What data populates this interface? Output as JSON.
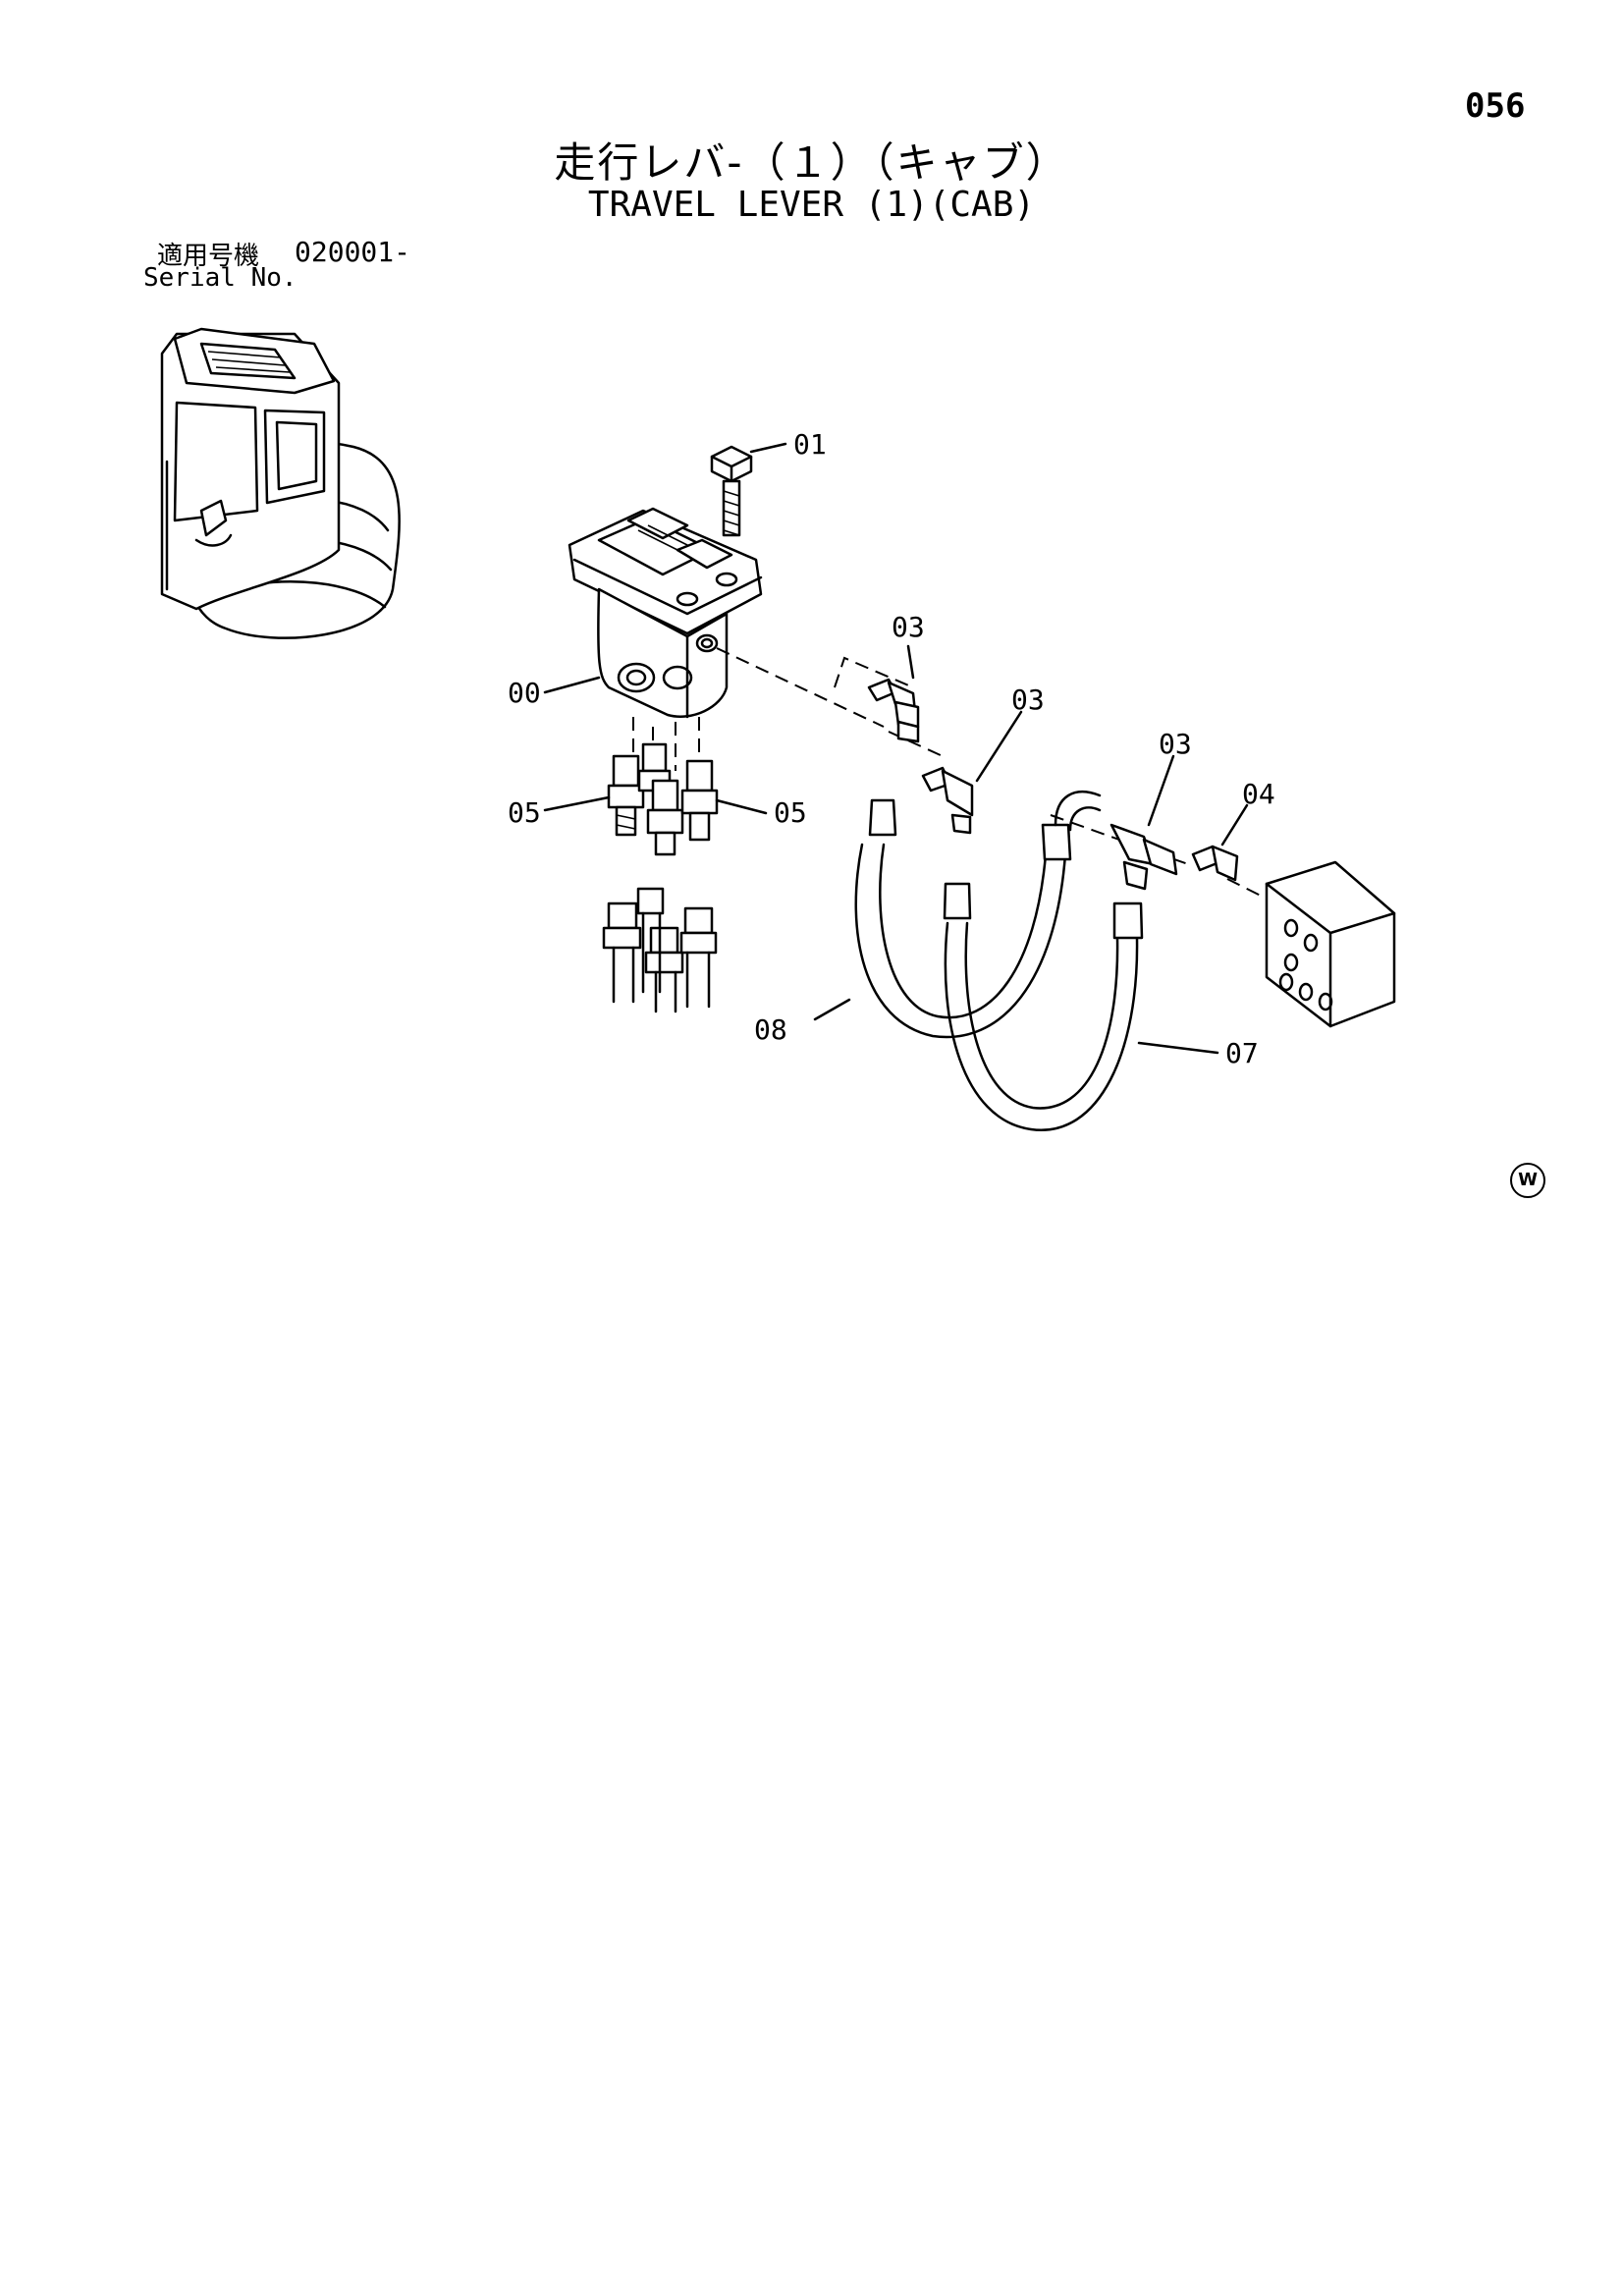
{
  "page_number": "056",
  "title": {
    "japanese": "走行レバ-（１）（キャブ）",
    "english": "TRAVEL LEVER (1)(CAB)"
  },
  "serial": {
    "label_jp": "適用号機",
    "value": "020001-",
    "label_en": "Serial No."
  },
  "callouts": [
    {
      "id": "01",
      "part": "bolt"
    },
    {
      "id": "00",
      "part": "travel-lever-valve"
    },
    {
      "id": "03",
      "part": "elbow-fitting-a"
    },
    {
      "id": "03",
      "part": "elbow-fitting-b"
    },
    {
      "id": "03",
      "part": "elbow-fitting-c"
    },
    {
      "id": "04",
      "part": "adapter"
    },
    {
      "id": "05",
      "part": "fitting-left"
    },
    {
      "id": "05",
      "part": "fitting-right"
    },
    {
      "id": "08",
      "part": "hose-08"
    },
    {
      "id": "07",
      "part": "hose-07"
    }
  ],
  "watermark": "W"
}
